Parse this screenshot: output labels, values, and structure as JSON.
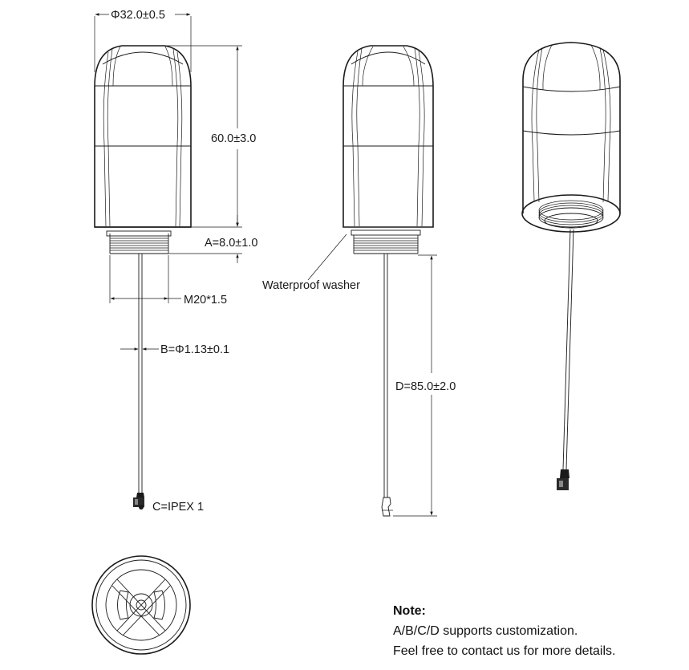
{
  "dimensions": {
    "diameter": "Φ32.0±0.5",
    "height": "60.0±3.0",
    "a": "A=8.0±1.0",
    "thread": "M20*1.5",
    "b": "B=Φ1.13±0.1",
    "c": "C=IPEX 1",
    "washer": "Waterproof washer",
    "d": "D=85.0±2.0"
  },
  "note": {
    "title": "Note:",
    "line1": "A/B/C/D supports customization.",
    "line2": "Feel free to contact us for more details."
  }
}
